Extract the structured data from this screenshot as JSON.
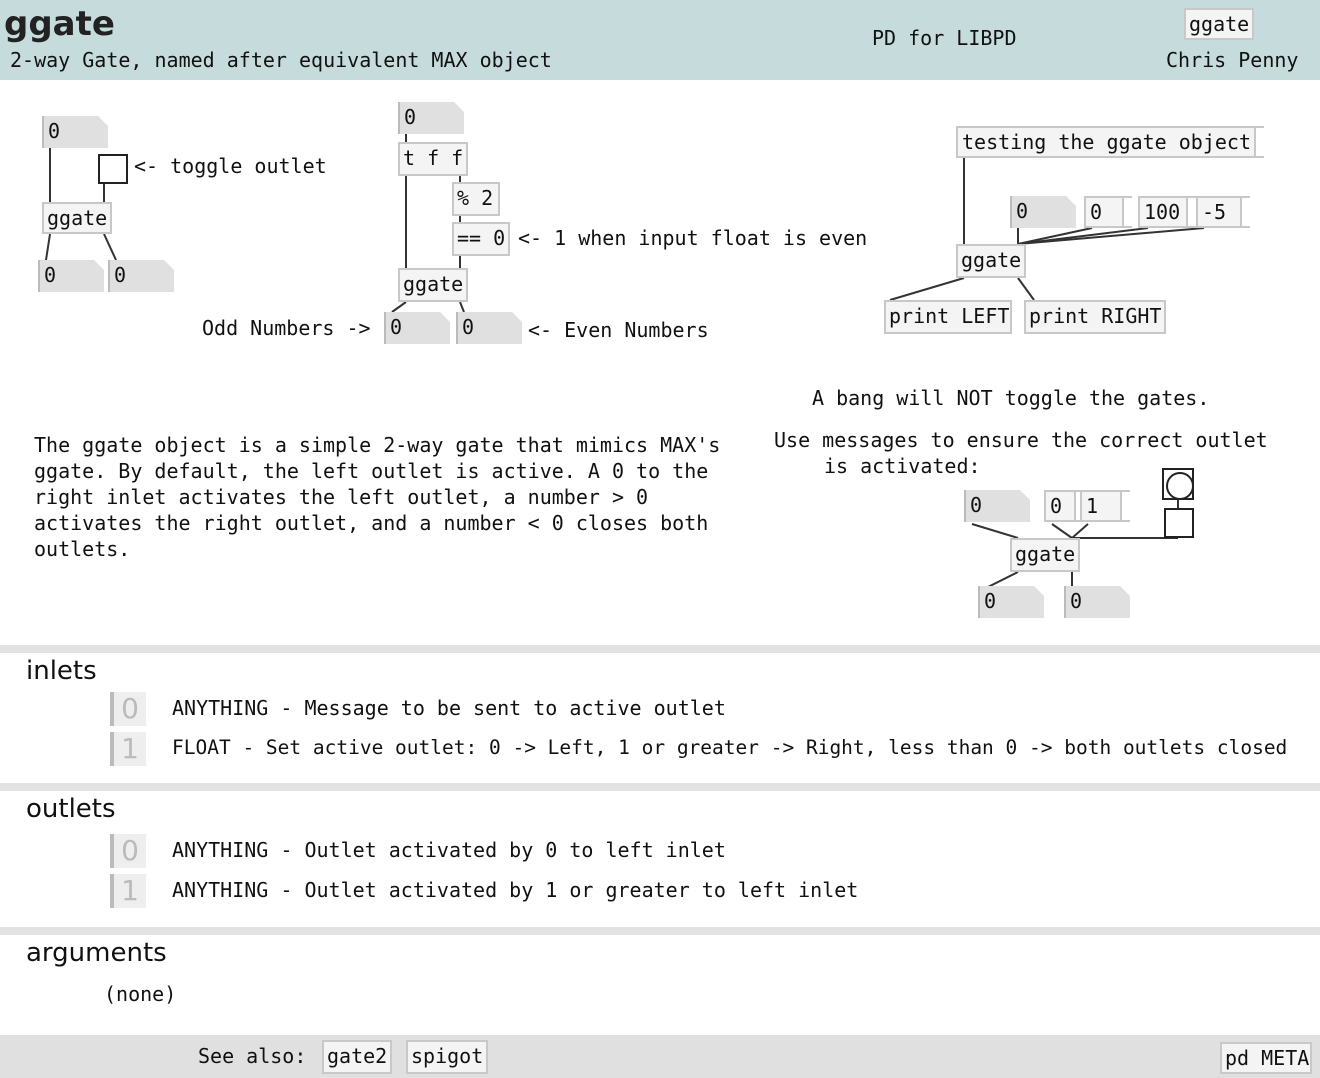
{
  "header": {
    "title": "ggate",
    "subtitle": "2-way Gate, named after equivalent MAX object",
    "platform": "PD for LIBPD",
    "object_name": "ggate",
    "author": "Chris Penny"
  },
  "example1": {
    "numbox_in": "0",
    "comment": "<- toggle outlet",
    "object": "ggate",
    "out_left": "0",
    "out_right": "0"
  },
  "example2": {
    "numbox_in": "0",
    "trigger": "t f f",
    "mod": "% 2",
    "eq": "== 0",
    "eq_comment": "<- 1 when input float is even",
    "object": "ggate",
    "odd_label": "Odd Numbers ->",
    "even_label": "<- Even Numbers",
    "out_odd": "0",
    "out_even": "0"
  },
  "example3": {
    "message": "testing the ggate object",
    "numbox": "0",
    "msg_0": "0",
    "msg_100": "100",
    "msg_neg5": "-5",
    "object": "ggate",
    "print_left": "print LEFT",
    "print_right": "print RIGHT"
  },
  "example4": {
    "note_bang": "A bang will NOT toggle the gates.",
    "note_msg_line1": "Use messages to ensure the correct outlet",
    "note_msg_line2": "is activated:",
    "numbox": "0",
    "msg_0": "0",
    "msg_1": "1",
    "object": "ggate",
    "out_left": "0",
    "out_right": "0"
  },
  "description": [
    "The ggate object is a simple 2-way gate that mimics MAX's",
    "ggate. By default, the left outlet is active. A 0 to the",
    "right inlet activates the left outlet, a number > 0",
    "activates the right outlet, and a number < 0 closes both",
    "outlets."
  ],
  "inlets": {
    "title": "inlets",
    "items": [
      {
        "index": "0",
        "text": "ANYTHING - Message to be sent to active outlet"
      },
      {
        "index": "1",
        "text": "FLOAT - Set active outlet: 0 -> Left, 1 or greater -> Right, less than 0 -> both outlets closed"
      }
    ]
  },
  "outlets": {
    "title": "outlets",
    "items": [
      {
        "index": "0",
        "text": "ANYTHING - Outlet activated by 0 to left inlet"
      },
      {
        "index": "1",
        "text": "ANYTHING - Outlet activated by 1 or greater to left inlet"
      }
    ]
  },
  "arguments": {
    "title": "arguments",
    "text": "(none)"
  },
  "footer": {
    "see_also": "See also:",
    "links": [
      "gate2",
      "spigot"
    ],
    "meta": "pd META"
  },
  "colors": {
    "header_bg": "#c6dcdc",
    "box_bg": "#f4f4f4",
    "numbox_bg": "#e0e0e0"
  }
}
